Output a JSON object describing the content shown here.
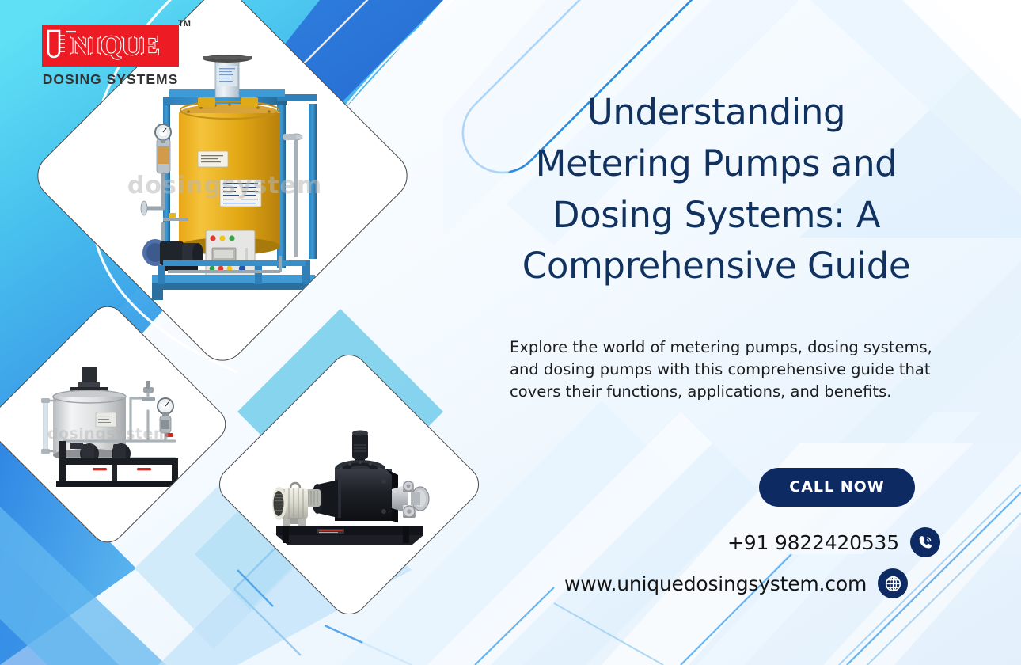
{
  "brand": {
    "logo_word": "NIQUE",
    "logo_tm": "TM",
    "logo_subtitle": "DOSING SYSTEMS",
    "logo_icon": "beaker-icon",
    "logo_red": "#ED1C24",
    "logo_sub_color": "#333333"
  },
  "headline": {
    "line1": "Understanding",
    "line2": "Metering Pumps and",
    "line3": "Dosing Systems: A",
    "line4": "Comprehensive Guide",
    "color": "#11315e"
  },
  "subtext": {
    "line1": "Explore the world of metering pumps, dosing systems,",
    "line2": "and dosing pumps with this comprehensive guide that",
    "line3": "covers their functions, applications, and benefits."
  },
  "cta": {
    "label": "CALL NOW",
    "background": "#0d2a63",
    "text_color": "#ffffff"
  },
  "contact": {
    "phone": "+91 9822420535",
    "phone_icon": "phone-call-icon",
    "website": "www.uniquedosingsystem.com",
    "website_icon": "globe-icon",
    "icon_background": "#0d2a63"
  },
  "cards": [
    {
      "id": "card-main",
      "name": "dosing-system-tank-skid-photo",
      "caption": "Yellow chemical dosing tank mounted on a blue steel skid frame with pump and control panel",
      "watermark": "dosingsystem"
    },
    {
      "id": "card-left",
      "name": "stainless-dosing-skid-photo",
      "caption": "Stainless steel dosing tank with agitator motor on a black structural frame",
      "watermark": "dosingsystem"
    },
    {
      "id": "card-right",
      "name": "metering-pump-photo",
      "caption": "Black plunger metering pump coupled to a cream electric motor on a base plate",
      "watermark": ""
    }
  ],
  "theme": {
    "cyan": "#4fd9f2",
    "blue_mid": "#3a9de8",
    "blue_deep": "#2a74d4",
    "pale_blue": "#daecfb",
    "paler_blue": "#eef6fe",
    "near_white": "#f7fbff",
    "navy": "#0d2a63",
    "outline_blue": "#2c8de0"
  }
}
